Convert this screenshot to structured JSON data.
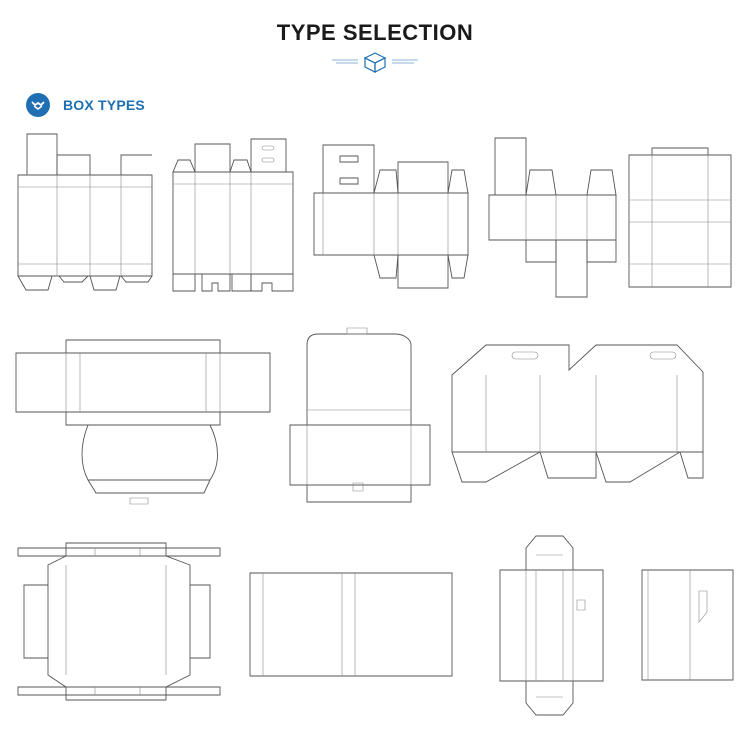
{
  "header": {
    "title": "TYPE SELECTION",
    "decoration_icon": "box-icon",
    "accent_color": "#1f6fb2"
  },
  "section": {
    "label": "BOX TYPES",
    "icon": "chevron-down-icon"
  },
  "templates": [
    {
      "name": "box-template-1"
    },
    {
      "name": "box-template-2"
    },
    {
      "name": "box-template-3"
    },
    {
      "name": "box-template-4"
    },
    {
      "name": "box-template-5"
    },
    {
      "name": "box-template-6"
    },
    {
      "name": "box-template-7"
    },
    {
      "name": "box-template-8"
    },
    {
      "name": "box-template-9"
    },
    {
      "name": "box-template-10"
    },
    {
      "name": "box-template-11"
    },
    {
      "name": "box-template-12"
    }
  ]
}
